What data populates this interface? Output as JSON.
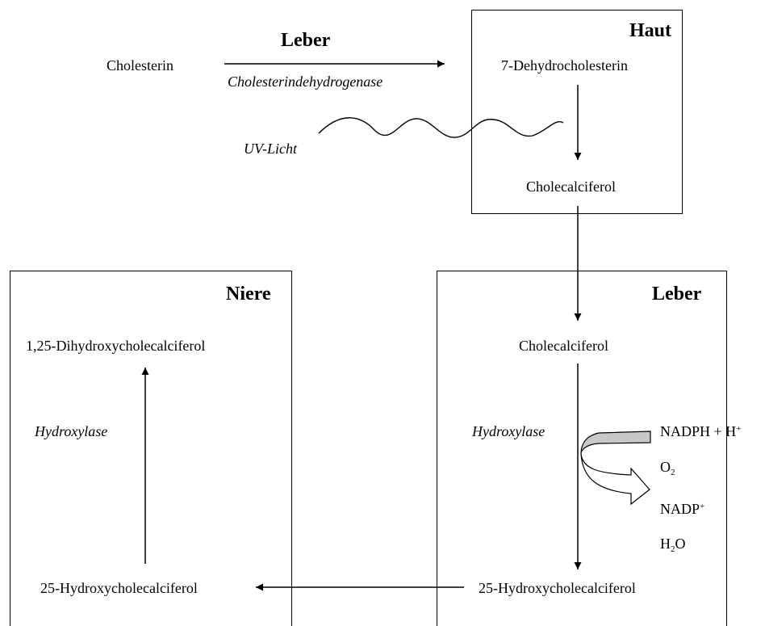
{
  "top": {
    "liver_label": "Leber",
    "cholesterin": "Cholesterin",
    "enzyme": "Cholesterindehydrogenase",
    "uv_light": "UV-Licht"
  },
  "skin": {
    "title": "Haut",
    "dehydrocholesterin": "7-Dehydrocholesterin",
    "cholecalciferol": "Cholecalciferol"
  },
  "kidney": {
    "title": "Niere",
    "dihydroxy": "1,25-Dihydroxycholecalciferol",
    "enzyme": "Hydroxylase",
    "hydroxy": "25-Hydroxycholecalciferol"
  },
  "liver": {
    "title": "Leber",
    "cholecalciferol": "Cholecalciferol",
    "enzyme": "Hydroxylase",
    "hydroxy": "25-Hydroxycholecalciferol",
    "cofactors": {
      "nadph": "NADPH + H",
      "nadph_sup": "+",
      "o2_base": "O",
      "o2_sub": "2",
      "nadp_base": "NADP",
      "nadp_sup": "+",
      "h2o_h": "H",
      "h2o_sub": "2",
      "h2o_o": "O"
    }
  },
  "colors": {
    "stroke": "#000000",
    "cofactor_fill": "#c8c8c8"
  }
}
